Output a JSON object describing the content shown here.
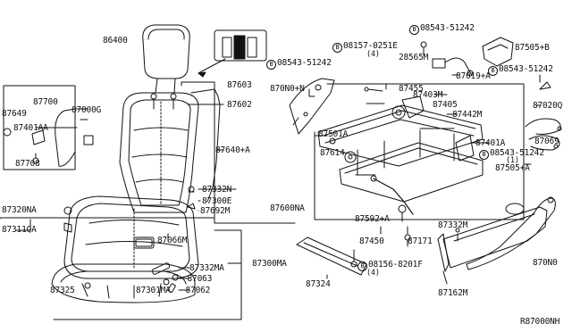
{
  "diagram_ref": "R87000NH",
  "circled_prefix": "B",
  "parts": {
    "p86400": "86400",
    "p87700": "87700",
    "p87649": "87649",
    "p87000g": "87000G",
    "p87401aa": "87401AA",
    "p87708": "87708",
    "p87603": "87603",
    "p87602": "87602",
    "p87640a": "87640+A",
    "p87332n": "87332N",
    "p87300e": "87300E",
    "p87692m": "87692M",
    "p87600na": "87600NA",
    "p87320na": "87320NA",
    "p87311qa": "87311QA",
    "p87066m": "87066M",
    "p87300ma": "87300MA",
    "p87332ma": "87332MA",
    "p87063": "87063",
    "p87062": "87062",
    "p87325": "87325",
    "p87301ma": "87301MA",
    "b08157": "08157-0251E",
    "b08157_qty": "(4)",
    "b08543_top": "08543-51242",
    "p87505b": "87505+B",
    "b08543_left": "08543-51242",
    "p28565m": "28565M",
    "p87019a": "87019+A",
    "b08543_right": "08543-51242",
    "p870n0n": "870N0+N",
    "p87455": "87455",
    "p87403m": "87403M",
    "p87405": "87405",
    "p87442m": "87442M",
    "p87020q": "87020Q",
    "p87501a": "87501A",
    "p87401a": "87401A",
    "p87069": "87069",
    "p87614": "87614",
    "b08543_low": "08543-51242",
    "b08543_low_qty": "(1)",
    "p87505a": "87505+A",
    "p87592a": "87592+A",
    "p87450": "87450",
    "p87332m": "87332M",
    "p87171": "87171",
    "b08156": "08156-8201F",
    "b08156_qty": "(4)",
    "p870n0": "870N0",
    "p87324": "87324",
    "p87162m": "87162M"
  }
}
